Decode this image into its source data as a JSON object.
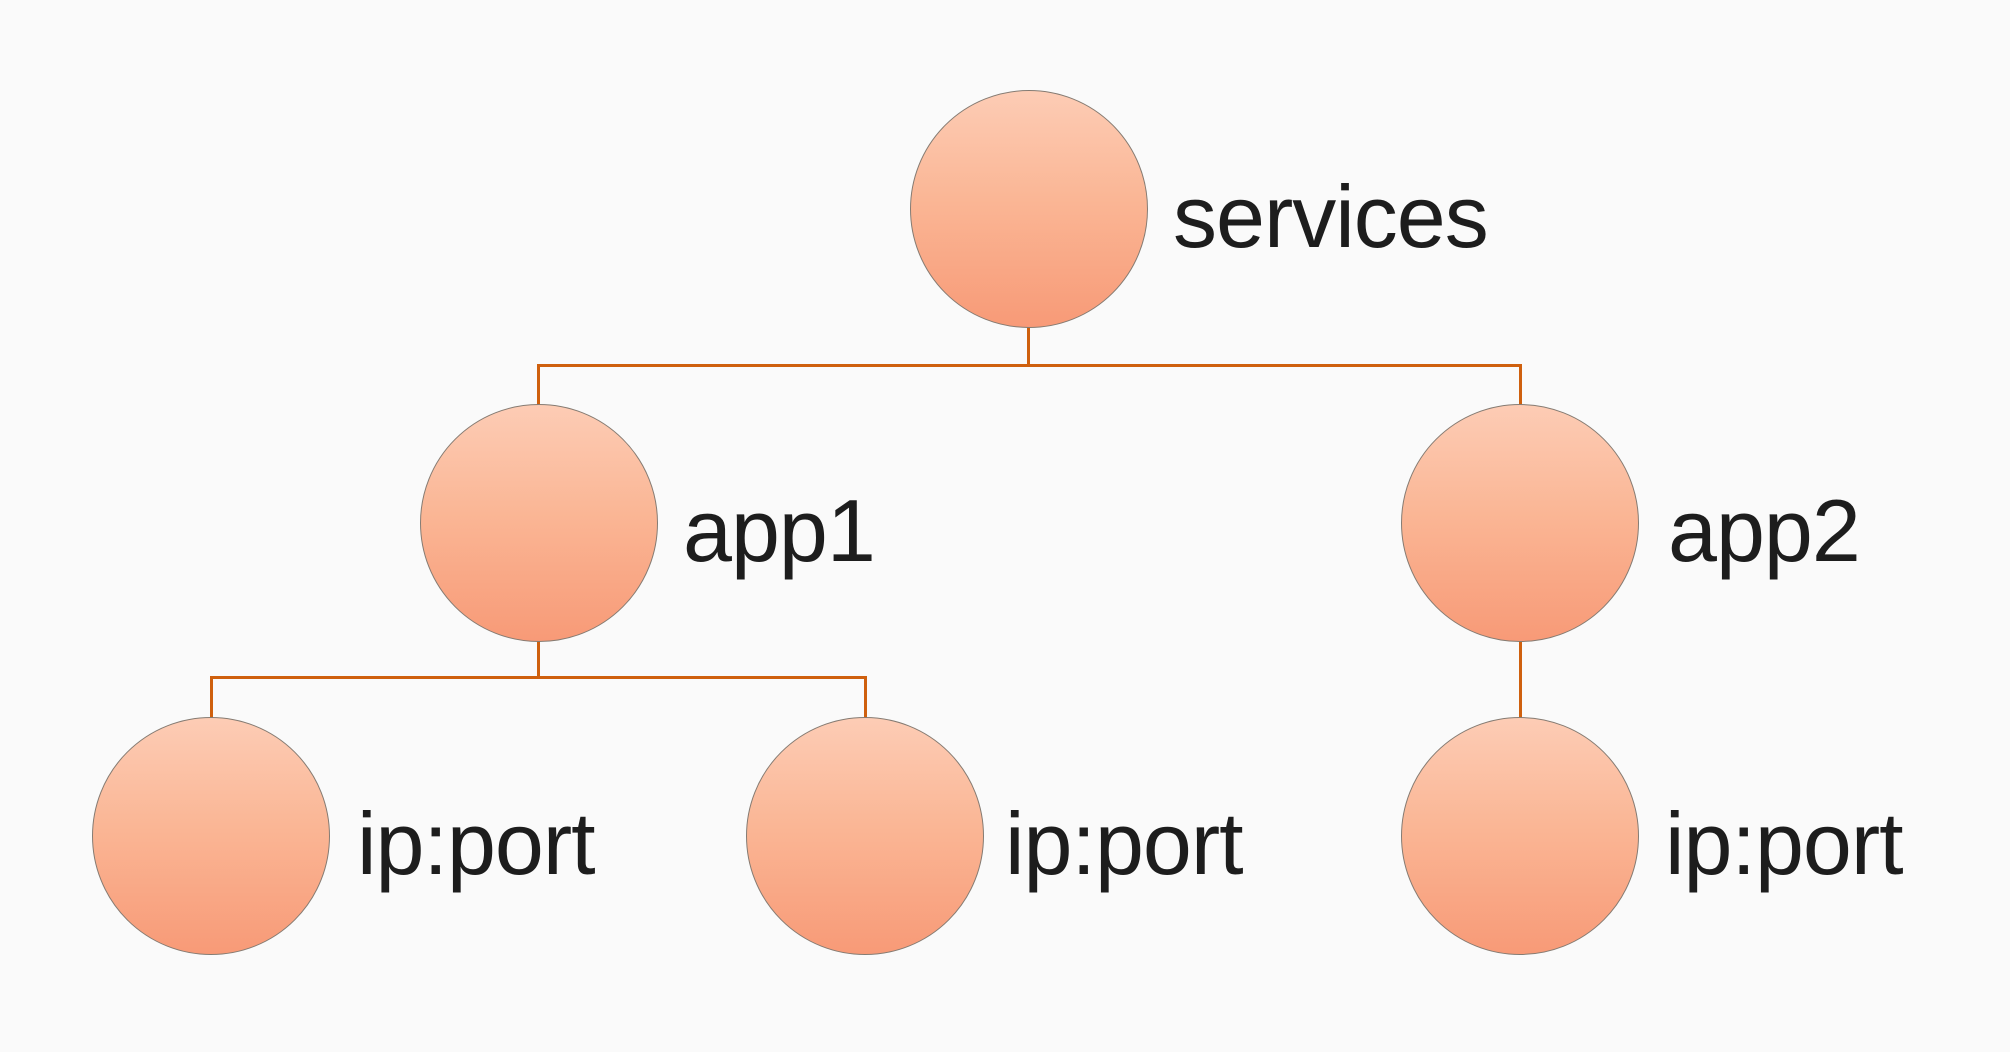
{
  "diagram": {
    "type": "tree",
    "title": "",
    "nodes": {
      "services": {
        "label": "services",
        "level": 1
      },
      "app1": {
        "label": "app1",
        "level": 2
      },
      "app2": {
        "label": "app2",
        "level": 2
      },
      "ip1": {
        "label": "ip:port",
        "level": 3
      },
      "ip2": {
        "label": "ip:port",
        "level": 3
      },
      "ip3": {
        "label": "ip:port",
        "level": 3
      }
    },
    "edges": [
      {
        "from": "services",
        "to": "app1"
      },
      {
        "from": "services",
        "to": "app2"
      },
      {
        "from": "app1",
        "to": "ip1"
      },
      {
        "from": "app1",
        "to": "ip2"
      },
      {
        "from": "app2",
        "to": "ip3"
      }
    ],
    "colors": {
      "background": "#fafafa",
      "connector": "#cf600e",
      "node_border": "#857b72",
      "node_fill_top": "#fdccb5",
      "node_fill_mid": "#fab695",
      "node_fill_bottom": "#f89a77",
      "label_text": "#1d1d1d"
    }
  }
}
